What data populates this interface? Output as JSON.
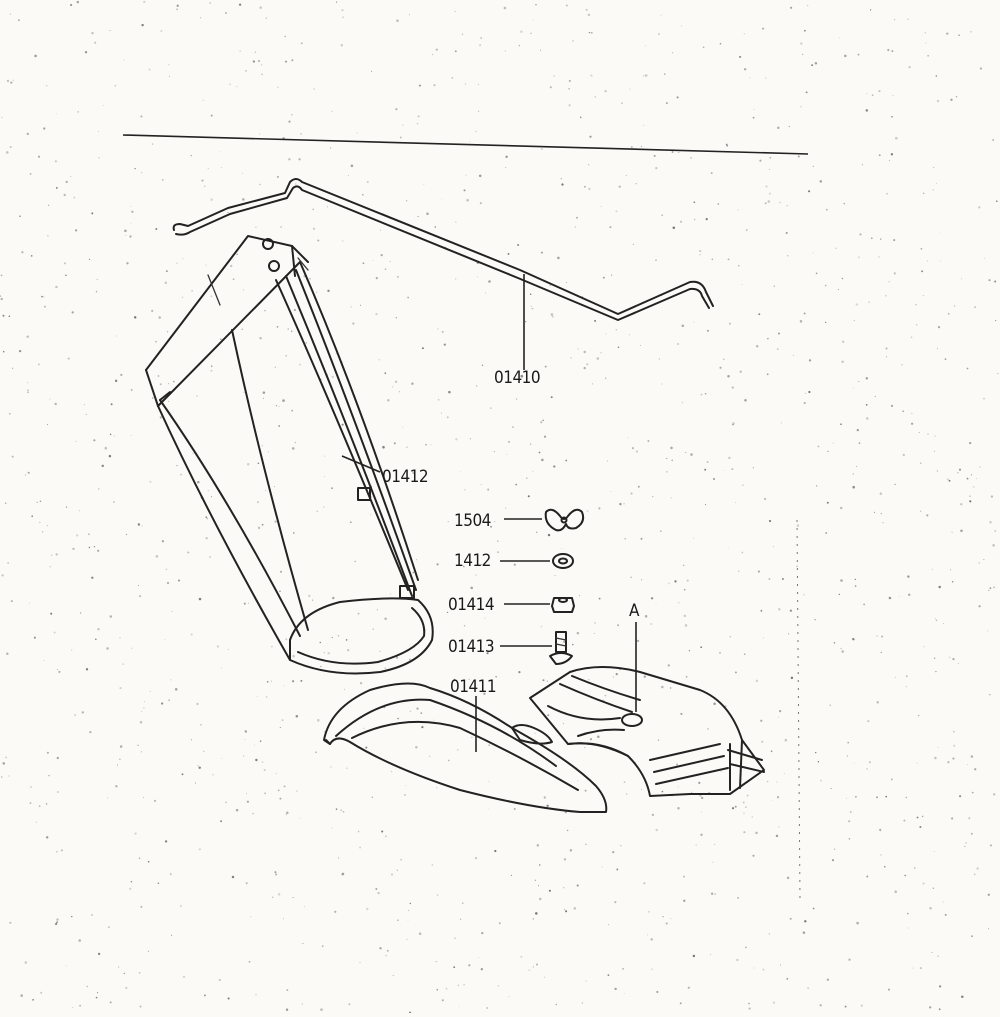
{
  "diagram": {
    "callouts": {
      "rod": "01410",
      "grass_bag": "01412",
      "wing_nut": "1504",
      "washer": "1412",
      "nut": "01414",
      "bolt": "01413",
      "chute": "01411",
      "point_a": "A"
    },
    "colors": {
      "paper": "#fbfaf6",
      "ink": "#222222"
    }
  }
}
